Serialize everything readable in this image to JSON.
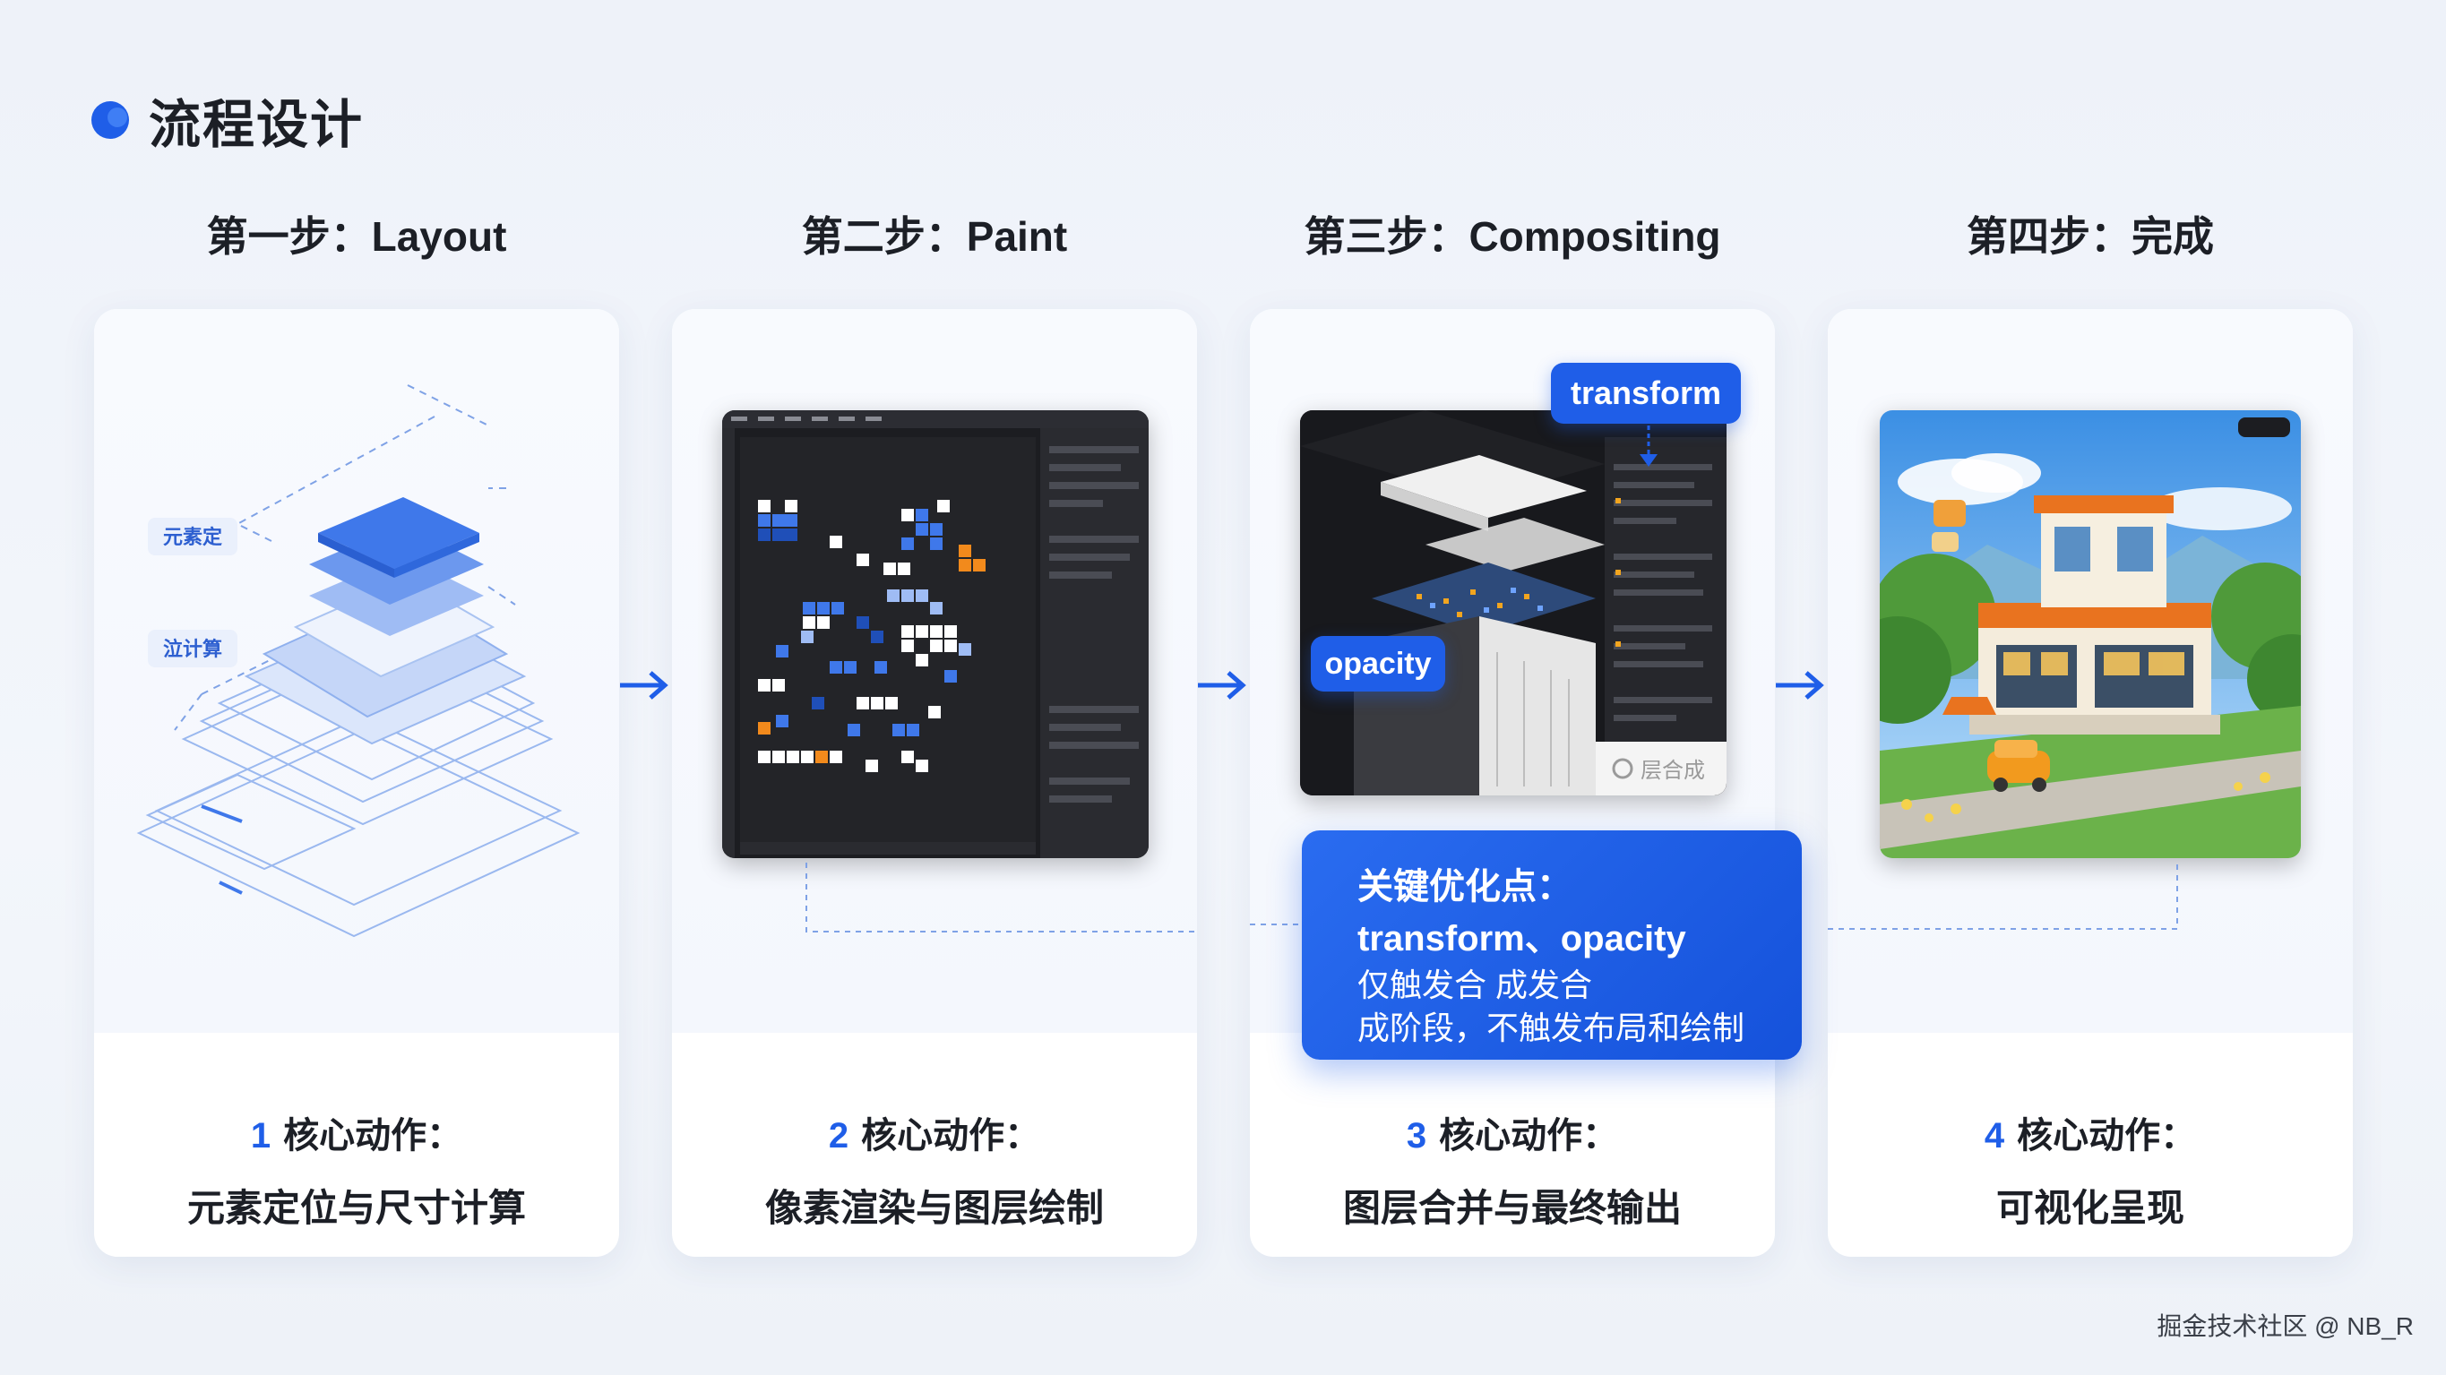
{
  "header": {
    "title": "流程设计"
  },
  "steps": [
    {
      "label": "第一步：Layout",
      "num": "1",
      "action": "核心动作：",
      "desc": "元素定位与尺寸计算"
    },
    {
      "label": "第二步：Paint",
      "num": "2",
      "action": "核心动作：",
      "desc": "像素渲染与图层绘制"
    },
    {
      "label": "第三步：Compositing",
      "num": "3",
      "action": "核心动作：",
      "desc": "图层合并与最终输出"
    },
    {
      "label": "第四步：完成",
      "num": "4",
      "action": "核心动作：",
      "desc": "可视化呈现"
    }
  ],
  "layout_illustration": {
    "tag1": "元素定",
    "tag2": "泣计算"
  },
  "compositing_illustration": {
    "transform_tag": "transform",
    "opacity_tag": "opacity",
    "layer_label": "层合成"
  },
  "callout": {
    "title": "关键优化点：",
    "subtitle": "transform、opacity",
    "line1": "仅触发合 成发合",
    "line2": "成阶段，不触发布局和绘制"
  },
  "watermark": "掘金技术社区 @ NB_R",
  "colors": {
    "accent": "#1f5ee8",
    "text": "#1c1f26",
    "background": "#eef2f9"
  }
}
